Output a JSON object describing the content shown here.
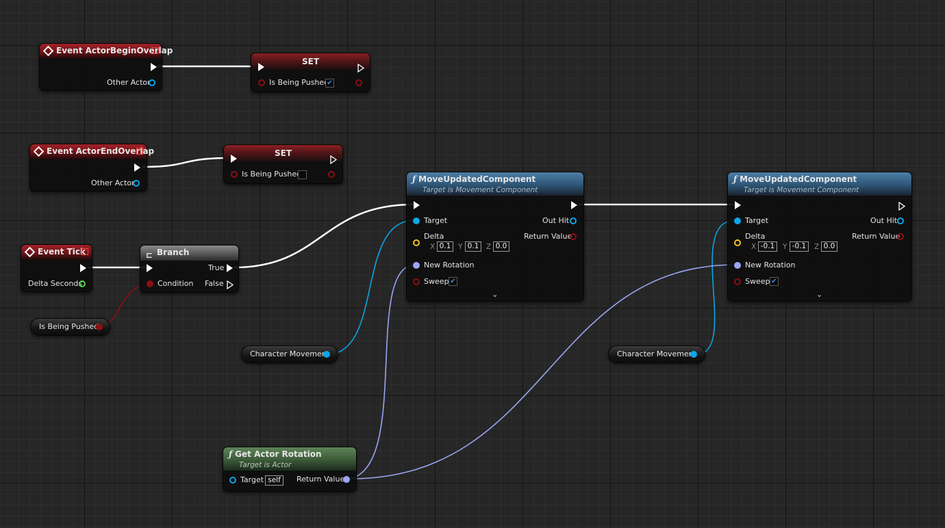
{
  "nodes": {
    "begin_overlap": {
      "title": "Event ActorBeginOverlap",
      "out_label": "Other Actor"
    },
    "set1": {
      "title": "SET",
      "var_label": "Is Being Pushed",
      "checked": true
    },
    "end_overlap": {
      "title": "Event ActorEndOverlap",
      "out_label": "Other Actor"
    },
    "set2": {
      "title": "SET",
      "var_label": "Is Being Pushed",
      "checked": false
    },
    "event_tick": {
      "title": "Event Tick",
      "out_label": "Delta Seconds"
    },
    "branch": {
      "title": "Branch",
      "condition": "Condition",
      "true_label": "True",
      "false_label": "False"
    },
    "is_being_pushed_getter": {
      "label": "Is Being Pushed"
    },
    "move1": {
      "title": "MoveUpdatedComponent",
      "subtitle": "Target is Movement Component",
      "target": "Target",
      "delta": "Delta",
      "new_rotation": "New Rotation",
      "sweep": "Sweep",
      "out_hit": "Out Hit",
      "return_value": "Return Value",
      "x": "0.1",
      "y": "0.1",
      "z": "0.0",
      "sweep_checked": true
    },
    "move2": {
      "title": "MoveUpdatedComponent",
      "subtitle": "Target is Movement Component",
      "target": "Target",
      "delta": "Delta",
      "new_rotation": "New Rotation",
      "sweep": "Sweep",
      "out_hit": "Out Hit",
      "return_value": "Return Value",
      "x": "-0.1",
      "y": "-0.1",
      "z": "0.0",
      "sweep_checked": true
    },
    "char_move1": {
      "label": "Character Movement"
    },
    "char_move2": {
      "label": "Character Movement"
    },
    "get_rotation": {
      "title": "Get Actor Rotation",
      "subtitle": "Target is Actor",
      "target": "Target",
      "self": "self",
      "return_value": "Return Value"
    }
  },
  "axis_labels": {
    "x": "X",
    "y": "Y",
    "z": "Z"
  },
  "colors": {
    "exec": "#ffffff",
    "bool": "#8f0e12",
    "object": "#0aa6e8",
    "rotator": "#9aa5f5",
    "vector": "#f5c125",
    "float": "#52d14b",
    "event_header": "#a32228",
    "function_header": "#4d7ea6",
    "pure_header": "#5e8458"
  },
  "icons": [
    "event-diamond-icon",
    "function-icon",
    "branch-icon",
    "chevron-down-icon",
    "checkmark-icon"
  ]
}
